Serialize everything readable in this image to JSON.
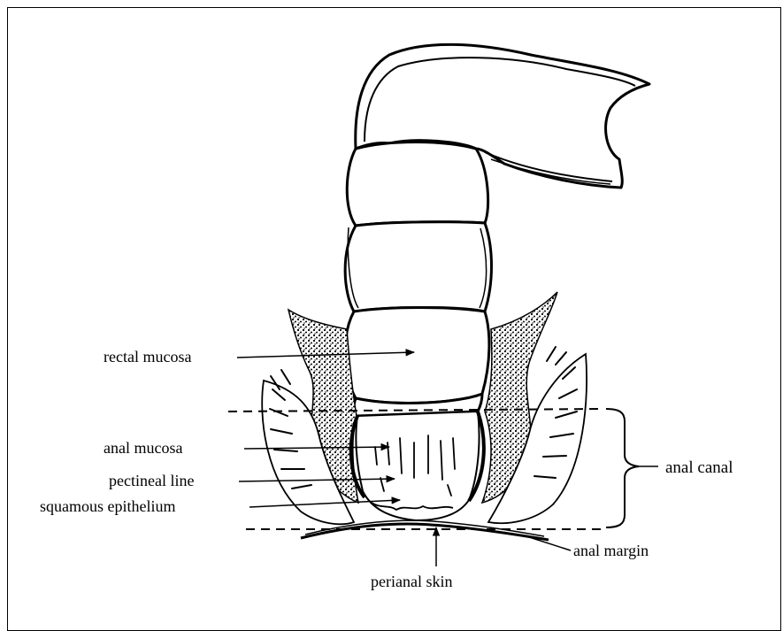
{
  "labels": {
    "rectal_mucosa": "rectal mucosa",
    "anal_mucosa": "anal mucosa",
    "pectineal_line": "pectineal line",
    "squamous_epithelium": "squamous epithelium",
    "perianal_skin": "perianal skin",
    "anal_canal": "anal canal",
    "anal_margin": "anal margin"
  },
  "colors": {
    "ink": "#000000",
    "background": "#ffffff"
  }
}
